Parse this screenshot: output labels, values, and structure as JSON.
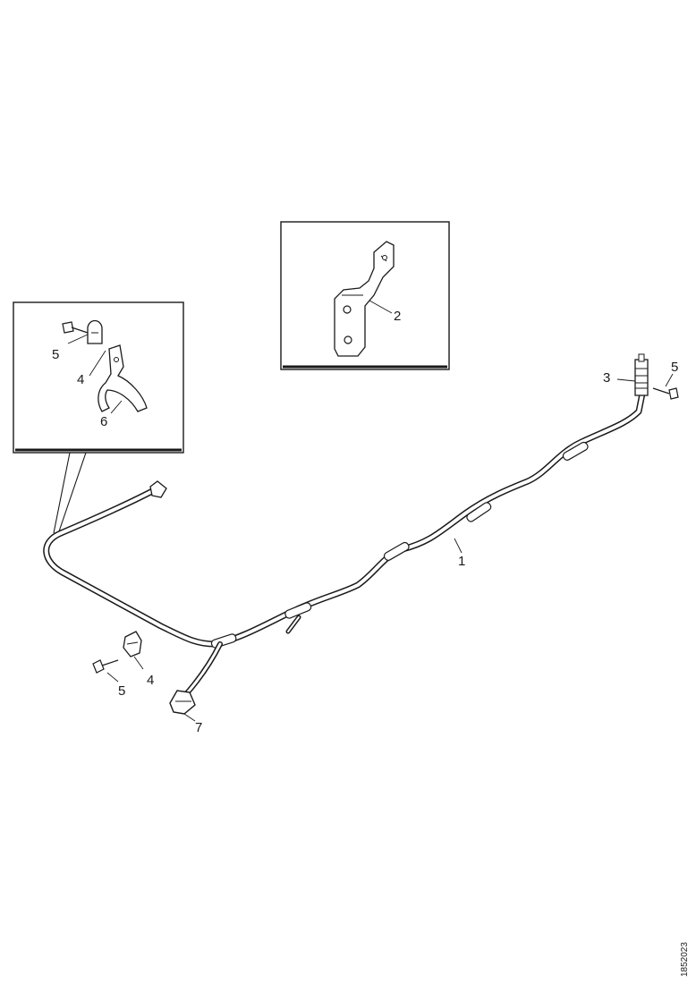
{
  "diagram": {
    "callouts": {
      "pipe": "1",
      "bracket_inset": "2",
      "fitting": "3",
      "clip_inset": "4",
      "clip_lower": "4",
      "bolt_inset": "5",
      "bolt_lower": "5",
      "bolt_fitting": "5",
      "clamp_inset": "6",
      "end_fitting": "7"
    },
    "document_id": "1852023"
  },
  "colors": {
    "ink": "#1a1a1a",
    "background": "#ffffff"
  }
}
